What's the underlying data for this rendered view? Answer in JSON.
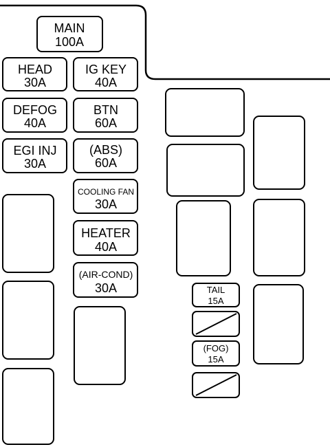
{
  "colors": {
    "line": "#000000",
    "background": "#ffffff"
  },
  "fuses": {
    "main": {
      "name": "MAIN",
      "rating": "100A"
    },
    "head": {
      "name": "HEAD",
      "rating": "30A"
    },
    "ig_key": {
      "name": "IG KEY",
      "rating": "40A"
    },
    "defog": {
      "name": "DEFOG",
      "rating": "40A"
    },
    "btn": {
      "name": "BTN",
      "rating": "60A"
    },
    "egi_inj": {
      "name": "EGI INJ",
      "rating": "30A"
    },
    "abs": {
      "name": "(ABS)",
      "rating": "60A"
    },
    "cooling_fan": {
      "name": "COOLING FAN",
      "rating": "30A"
    },
    "heater": {
      "name": "HEATER",
      "rating": "40A"
    },
    "air_cond": {
      "name": "(AIR-COND)",
      "rating": "30A"
    },
    "tail": {
      "name": "TAIL",
      "rating": "15A"
    },
    "fog": {
      "name": "(FOG)",
      "rating": "15A"
    }
  }
}
